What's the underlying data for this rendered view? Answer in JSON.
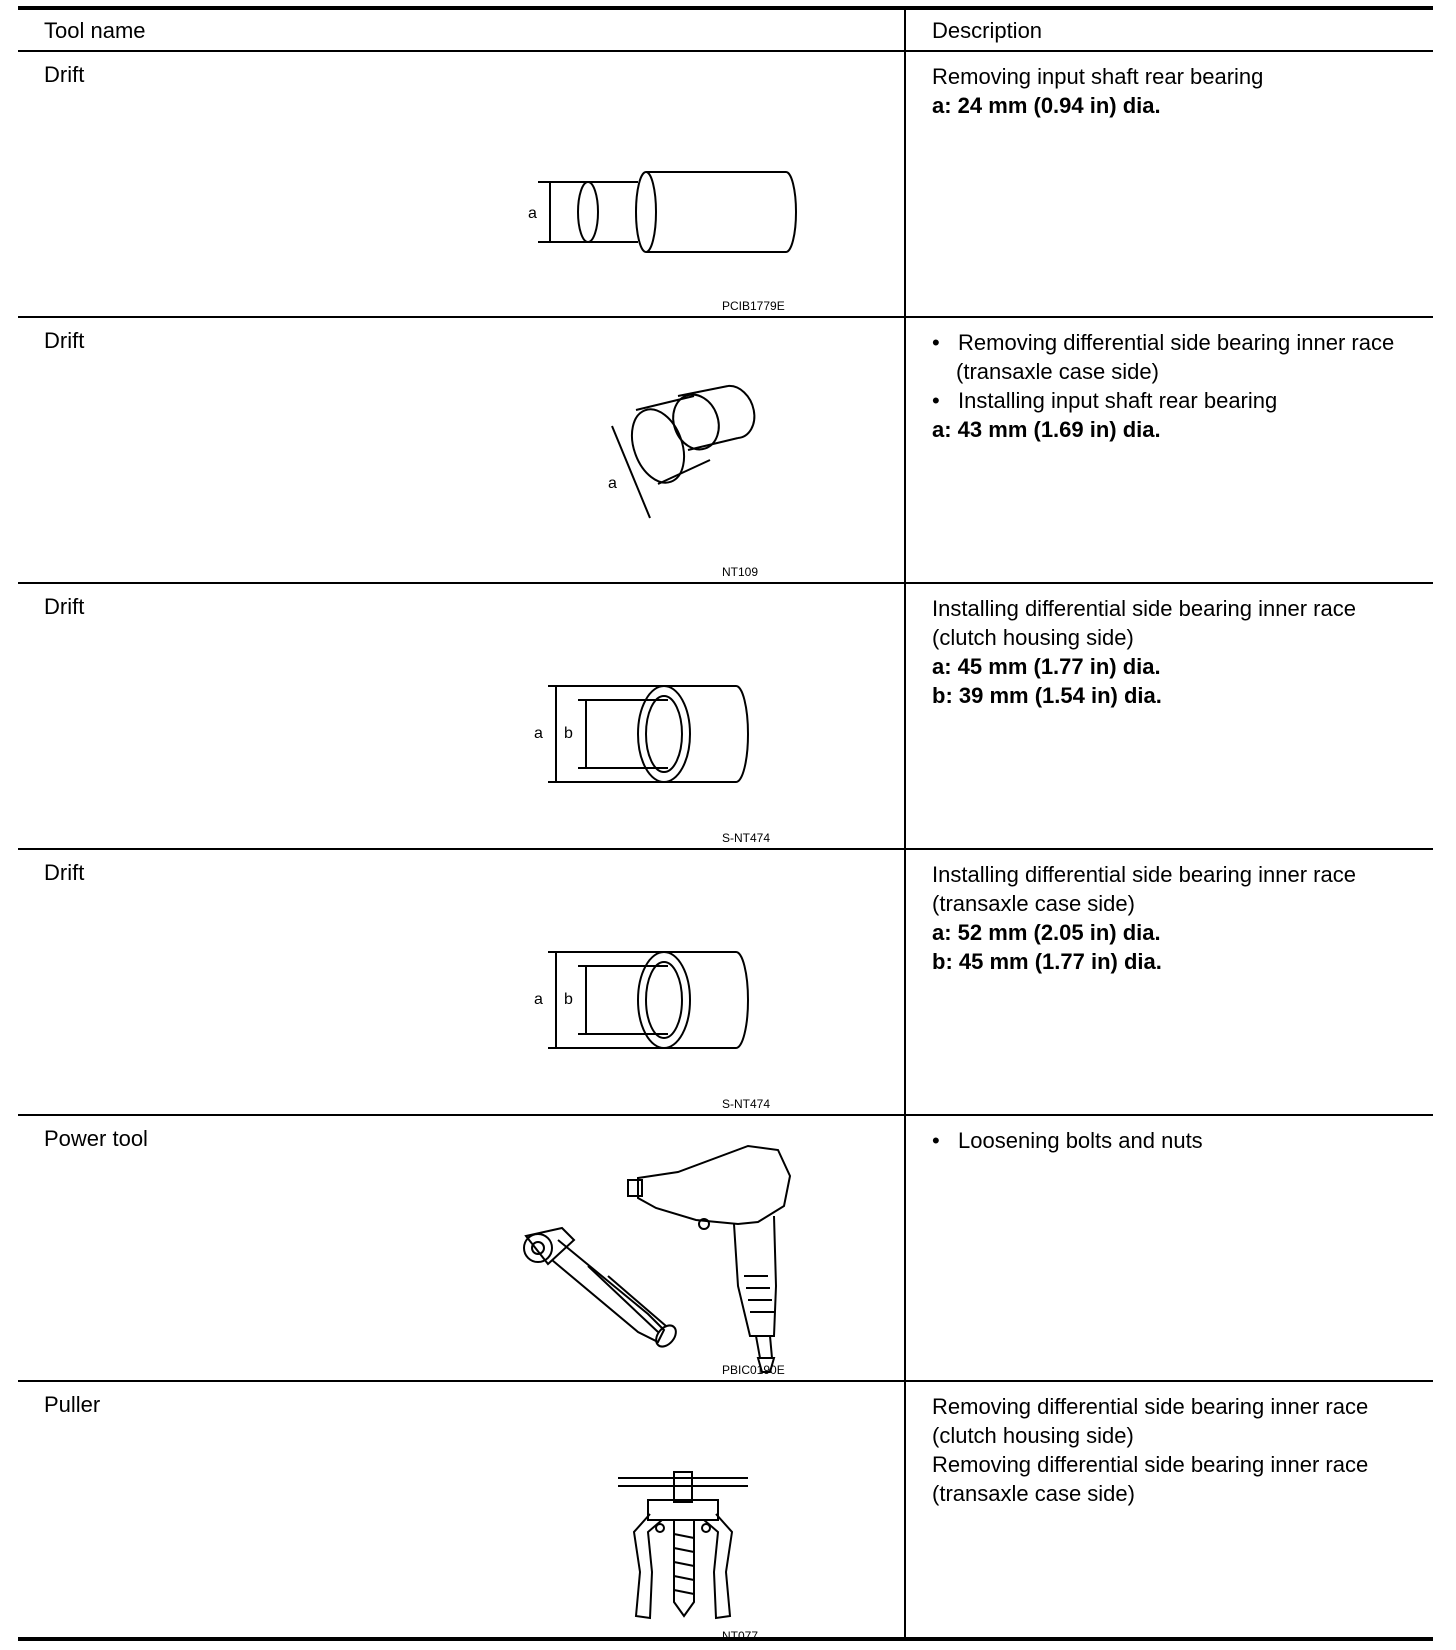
{
  "header": {
    "tool_name": "Tool name",
    "description": "Description"
  },
  "rows": [
    {
      "name": "Drift",
      "desc": [
        "Removing input shaft rear bearing"
      ],
      "specs": [
        "a: 24 mm (0.94 in) dia."
      ],
      "fig_code": "PCIB1779E",
      "fig_labels": {
        "a": "a"
      }
    },
    {
      "name": "Drift",
      "bullets": [
        "Removing differential side bearing inner race (transaxle case side)",
        "Installing input shaft rear bearing"
      ],
      "bullet_char": "•",
      "specs": [
        "a: 43 mm (1.69 in) dia."
      ],
      "fig_code": "NT109",
      "fig_labels": {
        "a": "a"
      }
    },
    {
      "name": "Drift",
      "desc": [
        "Installing differential side bearing inner race (clutch housing side)"
      ],
      "specs": [
        "a: 45 mm (1.77 in) dia.",
        "b: 39 mm (1.54 in) dia."
      ],
      "fig_code": "S-NT474",
      "fig_labels": {
        "a": "a",
        "b": "b"
      }
    },
    {
      "name": "Drift",
      "desc": [
        "Installing differential side bearing inner race (transaxle case side)"
      ],
      "specs": [
        "a: 52 mm (2.05 in) dia.",
        "b: 45 mm (1.77 in) dia."
      ],
      "fig_code": "S-NT474",
      "fig_labels": {
        "a": "a",
        "b": "b"
      }
    },
    {
      "name": "Power tool",
      "bullets": [
        "Loosening bolts and nuts"
      ],
      "bullet_char": "•",
      "fig_code": "PBIC0190E"
    },
    {
      "name": "Puller",
      "desc": [
        "Removing differential side bearing inner race (clutch housing side)",
        "Removing differential side bearing inner race (transaxle case side)"
      ],
      "fig_code": "NT077"
    }
  ]
}
